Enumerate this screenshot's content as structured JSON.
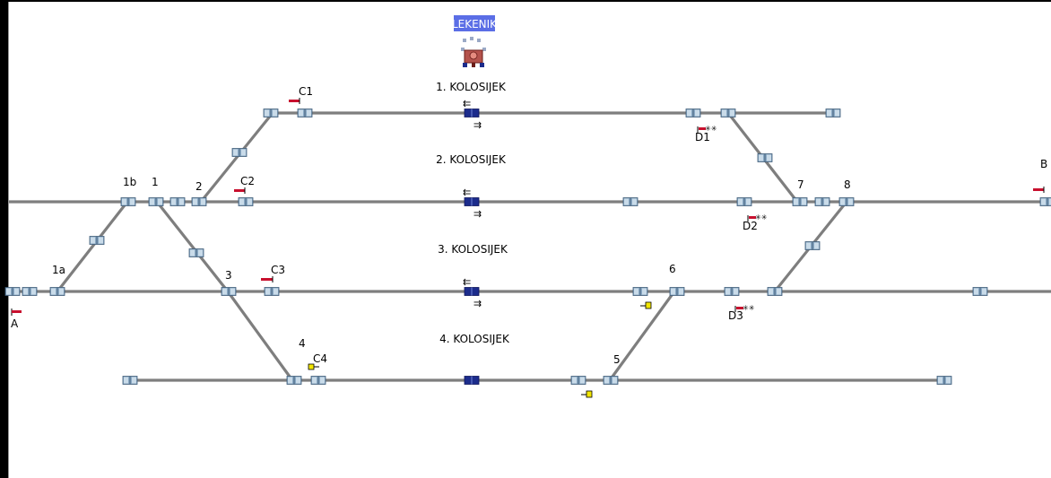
{
  "station": {
    "name": "LEKENIK",
    "badge_color": "#5b6ee6",
    "icon": "station-signal-box-icon"
  },
  "tracks": [
    {
      "label": "1. KOLOSIJEK"
    },
    {
      "label": "2. KOLOSIJEK"
    },
    {
      "label": "3. KOLOSIJEK"
    },
    {
      "label": "4. KOLOSIJEK"
    }
  ],
  "switch_labels": [
    "1b",
    "1",
    "2",
    "1a",
    "3",
    "4",
    "5",
    "6",
    "7",
    "8"
  ],
  "signal_labels": [
    "A",
    "B",
    "C1",
    "C2",
    "C3",
    "C4",
    "D1",
    "D2",
    "D3"
  ],
  "colors": {
    "track": "#7e7e7e",
    "section_block": "#8aa9c4",
    "occupied_block": "#1c2c8c",
    "signal_red": "#c8102e",
    "signal_yellow": "#f2e600"
  }
}
